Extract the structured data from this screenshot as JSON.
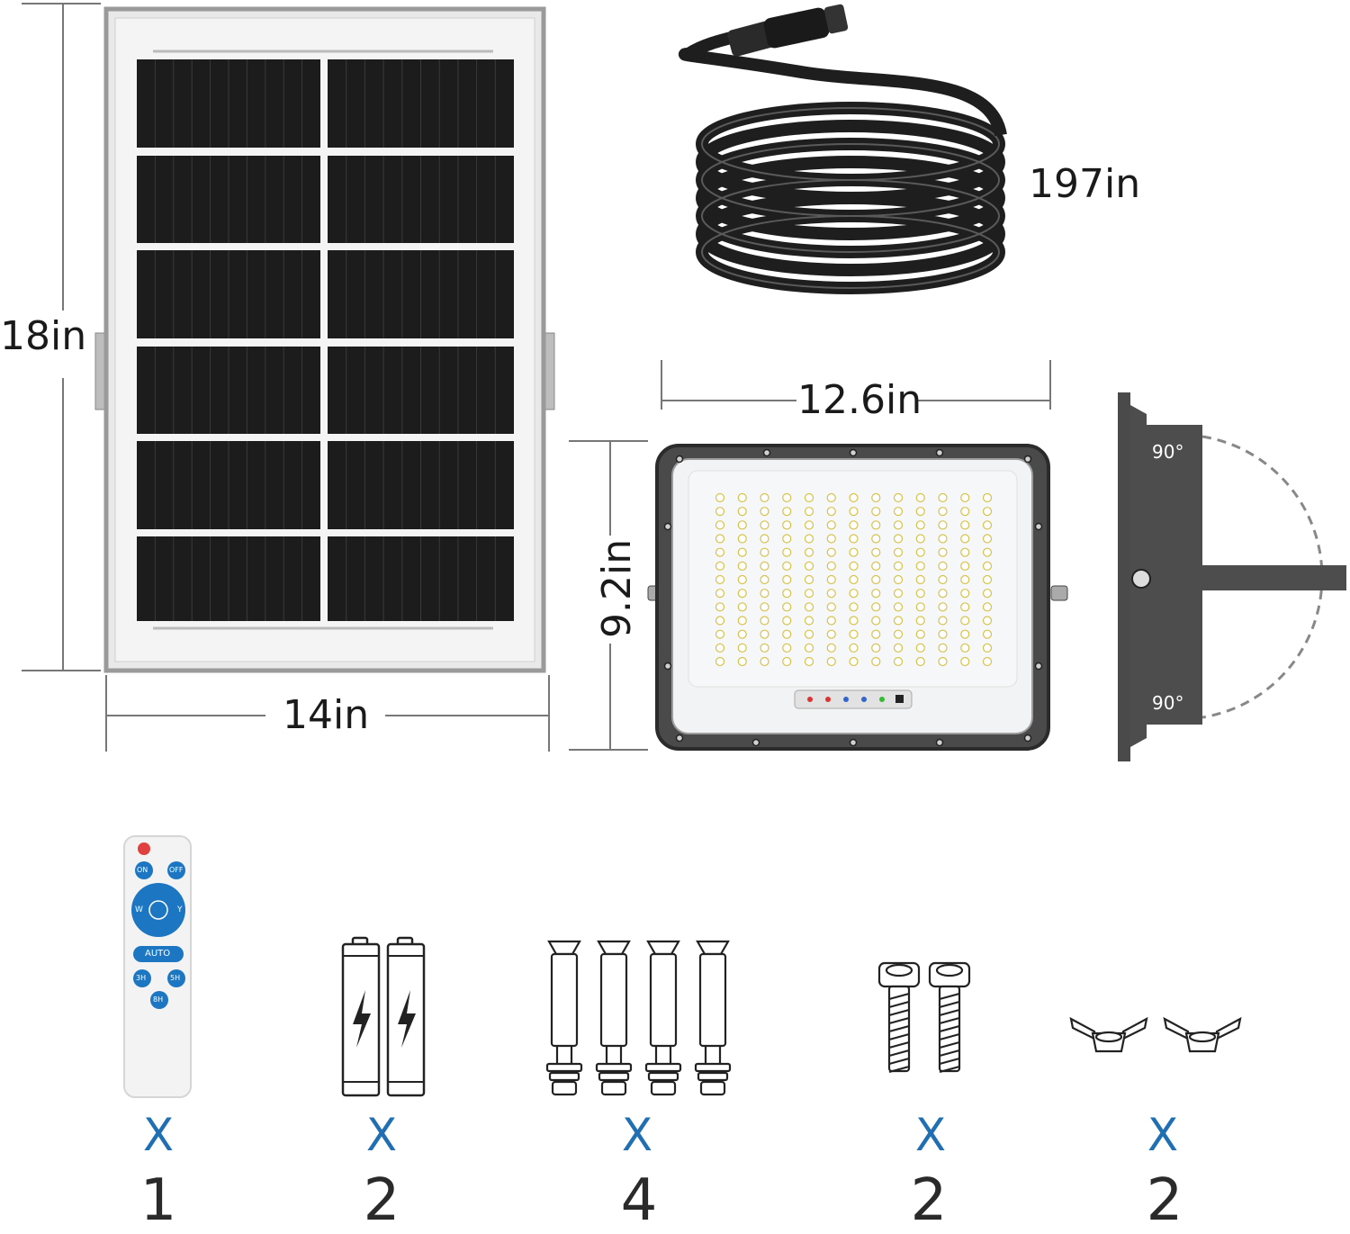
{
  "dimensions": {
    "panel_height": "18in",
    "panel_width": "14in",
    "cable_length": "197in",
    "light_width": "12.6in",
    "light_height": "9.2in"
  },
  "angles": {
    "top": "90°",
    "bottom": "90°"
  },
  "remote": {
    "on": "ON",
    "off": "OFF",
    "w": "W",
    "y": "Y",
    "auto": "AUTO",
    "h3": "3H",
    "h5": "5H",
    "h8": "8H"
  },
  "accessories": [
    {
      "icon": "remote-control-icon",
      "times": "X",
      "qty": "1"
    },
    {
      "icon": "battery-icon",
      "times": "X",
      "qty": "2"
    },
    {
      "icon": "wall-anchor-icon",
      "times": "X",
      "qty": "4"
    },
    {
      "icon": "bolt-icon",
      "times": "X",
      "qty": "2"
    },
    {
      "icon": "wing-nut-icon",
      "times": "X",
      "qty": "2"
    }
  ],
  "colors": {
    "accent_blue": "#1f6fb2",
    "panel_cell": "#1c1c1c",
    "frame_gray": "#9a9a9a"
  }
}
